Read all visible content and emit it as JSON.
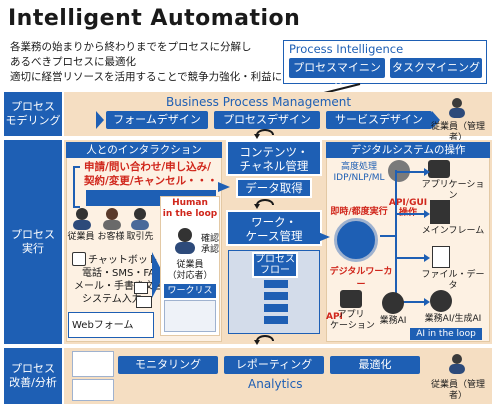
{
  "title": "Intelligent Automation",
  "intro_lines": [
    "各業務の始まりから終わりまでをプロセスに分解し",
    "あるべきプロセスに最適化",
    "適切に経営リソースを活用することで競争力強化・利益につなげる"
  ],
  "process_intelligence": {
    "title": "Process Intelligence",
    "buttons": [
      "プロセスマイニング",
      "タスクマイニング"
    ]
  },
  "lanes": {
    "modeling": "プロセス\nモデリング",
    "execution": "プロセス\n実行",
    "improvement": "プロセス\n改善/分析"
  },
  "bpm": {
    "title": "Business Process Management",
    "designs": [
      "フォームデザイン",
      "プロセスデザイン",
      "サービスデザイン"
    ]
  },
  "manager_label": "従業員（管理者）",
  "human": {
    "header": "人とのインタラクション",
    "requests": [
      "申請/問い合わせ/申し込み/",
      "契約/変更/キャンセル・・・"
    ],
    "people": [
      "従業員",
      "お客様",
      "取引先"
    ],
    "channels": [
      "チャットボット",
      "電話・SMS・FAX",
      "メール・手書き文書",
      "システム入力"
    ],
    "webform": "Webフォーム",
    "hitl": "Human\nin the loop",
    "approve": "確認\n承認",
    "handler": "従業員\n（対応者）",
    "worklist": "ワークリスト"
  },
  "center": {
    "content": "コンテンツ・\nチャネル管理",
    "data": "データ取得",
    "workflow": "ワーク・\nケース管理",
    "flow": "プロセス\nフロー"
  },
  "digital": {
    "header": "デジタルシステムの操作",
    "advanced": "高度処理\nIDP/NLP/ML",
    "instant": "即時/都度実行",
    "worker": "デジタルワーカー",
    "api_gui": "API/GUI\n操作",
    "systems": [
      "アプリケーション",
      "メインフレーム",
      "ファイル・データ",
      "業務AI/生成AI"
    ],
    "api": "API",
    "app": "アプリ\nケーション",
    "biz_ai": "業務AI",
    "ai_loop": "AI in the loop"
  },
  "improvement": {
    "items": [
      "モニタリング",
      "レポーティング",
      "最適化"
    ],
    "analytics": "Analytics"
  }
}
